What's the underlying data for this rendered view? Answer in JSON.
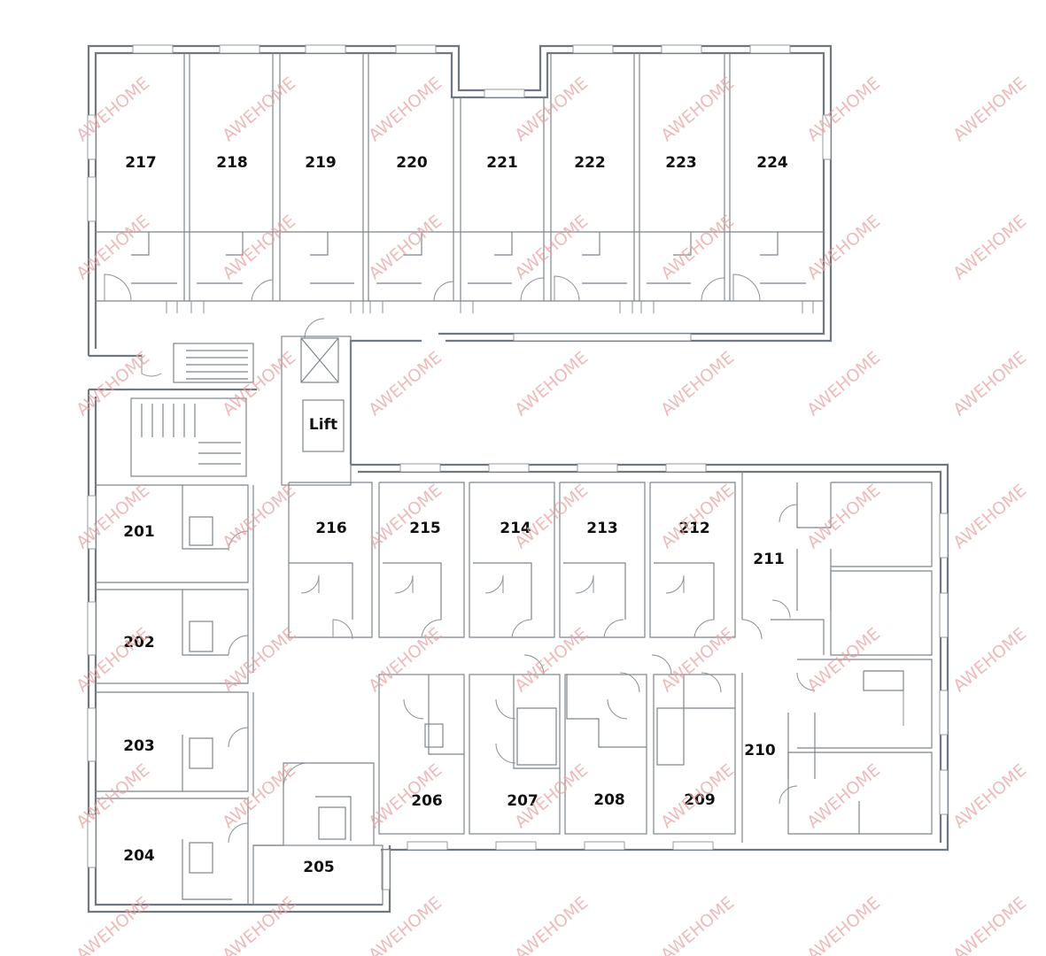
{
  "floorplan": {
    "rooms": [
      "201",
      "202",
      "203",
      "204",
      "205",
      "206",
      "207",
      "208",
      "209",
      "210",
      "211",
      "212",
      "213",
      "214",
      "215",
      "216",
      "217",
      "218",
      "219",
      "220",
      "221",
      "222",
      "223",
      "224"
    ],
    "lift_label": "Lift"
  },
  "watermark": {
    "text": "AWEHOME",
    "color": "#e9a3a3"
  }
}
